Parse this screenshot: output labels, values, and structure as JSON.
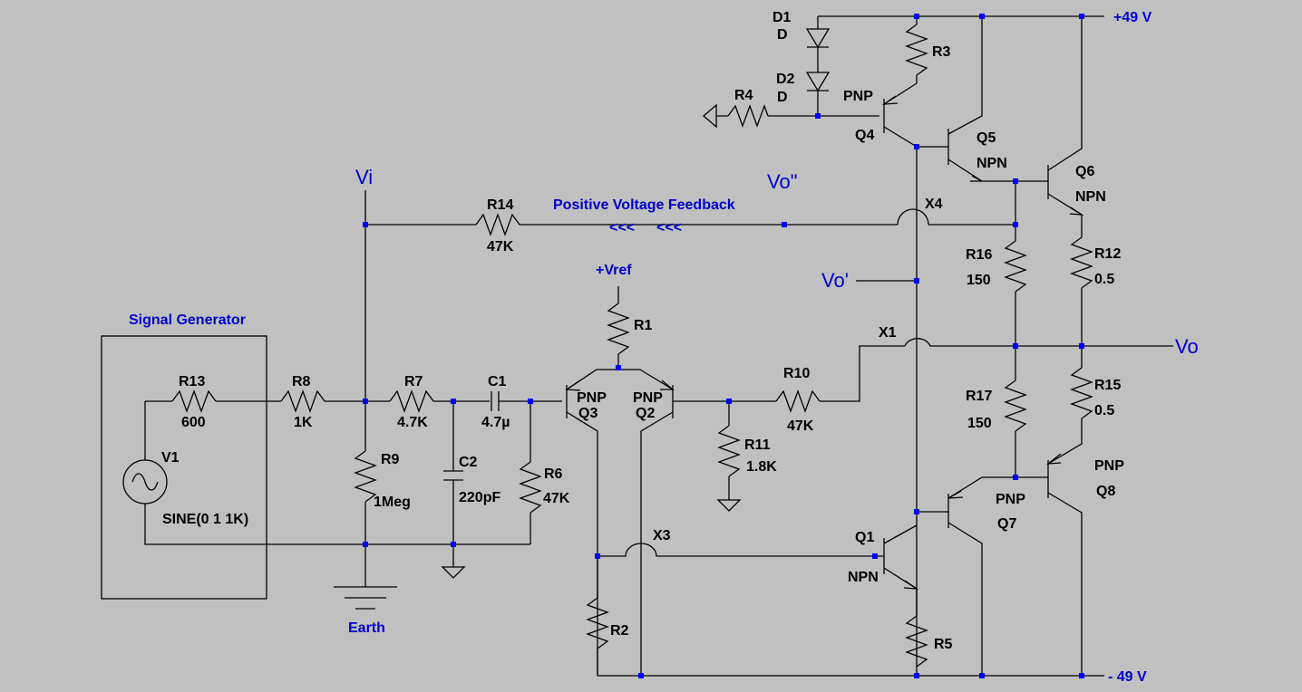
{
  "colors": {
    "background": "#c0c0c0",
    "wire": "#000000",
    "junction": "#0000ff",
    "net_label": "#0000cc"
  },
  "labels": {
    "vcc": "+49 V",
    "vee": "- 49 V",
    "vi": "Vi",
    "vo": "Vo",
    "vo_prime": "Vo'",
    "vo_dprime": "Vo\"",
    "vref": "+Vref",
    "earth": "Earth",
    "signal_generator": "Signal Generator",
    "feedback": "Positive Voltage Feedback",
    "arrows": "<<<"
  },
  "components": {
    "d1": {
      "name": "D1",
      "value": "D"
    },
    "d2": {
      "name": "D2",
      "value": "D"
    },
    "r1": {
      "name": "R1"
    },
    "r2": {
      "name": "R2"
    },
    "r3": {
      "name": "R3"
    },
    "r4": {
      "name": "R4"
    },
    "r5": {
      "name": "R5"
    },
    "r6": {
      "name": "R6",
      "value": "47K"
    },
    "r7": {
      "name": "R7",
      "value": "4.7K"
    },
    "r8": {
      "name": "R8",
      "value": "1K"
    },
    "r9": {
      "name": "R9",
      "value": "1Meg"
    },
    "r10": {
      "name": "R10",
      "value": "47K"
    },
    "r11": {
      "name": "R11",
      "value": "1.8K"
    },
    "r12": {
      "name": "R12",
      "value": "0.5"
    },
    "r13": {
      "name": "R13",
      "value": "600"
    },
    "r14": {
      "name": "R14",
      "value": "47K"
    },
    "r15": {
      "name": "R15",
      "value": "0.5"
    },
    "r16": {
      "name": "R16",
      "value": "150"
    },
    "r17": {
      "name": "R17",
      "value": "150"
    },
    "c1": {
      "name": "C1",
      "value": "4.7µ"
    },
    "c2": {
      "name": "C2",
      "value": "220pF"
    },
    "v1": {
      "name": "V1",
      "value": "SINE(0 1 1K)"
    },
    "q1": {
      "name": "Q1",
      "type": "NPN"
    },
    "q2": {
      "name": "Q2",
      "type": "PNP"
    },
    "q3": {
      "name": "Q3",
      "type": "PNP"
    },
    "q4": {
      "name": "Q4",
      "type": "PNP"
    },
    "q5": {
      "name": "Q5",
      "type": "NPN"
    },
    "q6": {
      "name": "Q6",
      "type": "NPN"
    },
    "q7": {
      "name": "Q7",
      "type": "PNP"
    },
    "q8": {
      "name": "Q8",
      "type": "PNP"
    }
  },
  "crossovers": {
    "x1": "X1",
    "x3": "X3",
    "x4": "X4"
  }
}
